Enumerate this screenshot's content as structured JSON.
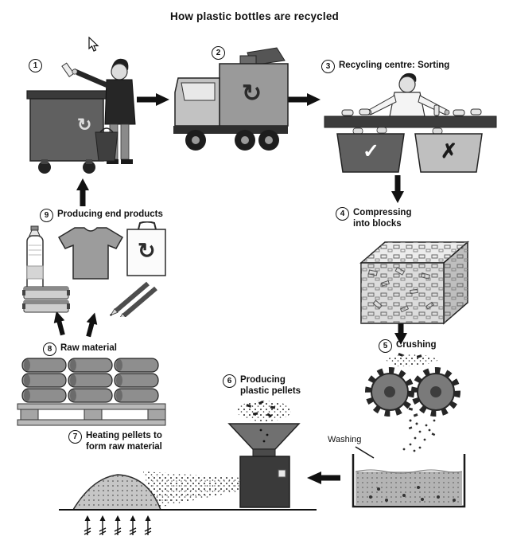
{
  "title": "How plastic bottles are recycled",
  "steps": {
    "s1": {
      "num": "1"
    },
    "s2": {
      "num": "2"
    },
    "s3": {
      "num": "3",
      "label": "Recycling centre: Sorting"
    },
    "s4": {
      "num": "4",
      "label": "Compressing into blocks"
    },
    "s5": {
      "num": "5",
      "label": "Crushing"
    },
    "s6": {
      "num": "6",
      "label": "Producing plastic pellets"
    },
    "s7": {
      "num": "7",
      "label": "Heating pellets to form raw material"
    },
    "s8": {
      "num": "8",
      "label": "Raw material"
    },
    "s9": {
      "num": "9",
      "label": "Producing end products"
    }
  },
  "annotations": {
    "washing": "Washing"
  },
  "sorting_marks": {
    "accept": "✓",
    "reject": "✗"
  },
  "icons": {
    "recycle_loop": "↻"
  },
  "colors": {
    "ink": "#111111",
    "dark_gray": "#4a4a4a",
    "mid_gray": "#8a8a8a",
    "light_gray": "#cccccc"
  }
}
